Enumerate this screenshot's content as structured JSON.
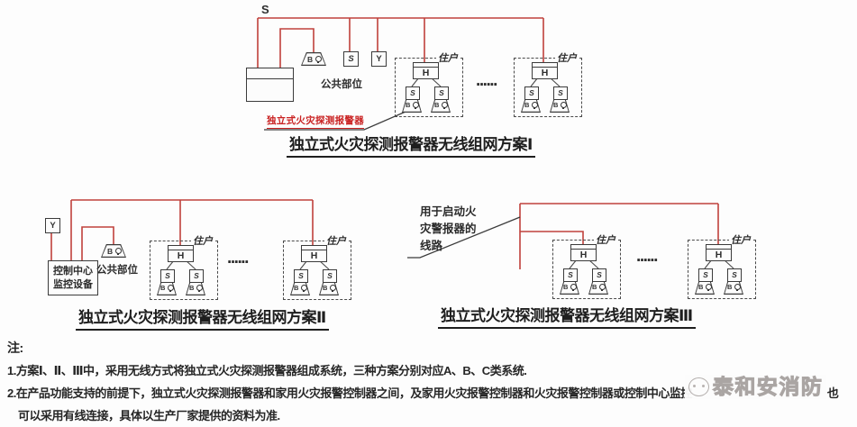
{
  "diagram1": {
    "s_label": "S",
    "public_area_label": "公共部位",
    "callout": "独立式火灾探测报警器",
    "dots": "······",
    "title": "独立式火灾探测报警器无线组网方案Ⅰ"
  },
  "diagram2": {
    "control_center_line1": "控制中心",
    "control_center_line2": "监控设备",
    "public_area_label": "公共部位",
    "dots": "······",
    "title": "独立式火灾探测报警器无线组网方案Ⅱ"
  },
  "diagram3": {
    "wire_note_line1": "用于启动火",
    "wire_note_line2": "灾警报器的",
    "wire_note_line3": "线路",
    "dots": "······",
    "title": "独立式火灾探测报警器无线组网方案Ⅲ"
  },
  "shared": {
    "household_label": "住户",
    "glyph_h": "H",
    "glyph_s": "S",
    "glyph_b": "B",
    "glyph_y": "Y"
  },
  "notes": {
    "heading": "注:",
    "line1": "1.方案Ⅰ、Ⅱ、Ⅲ中，采用无线方式将独立式火灾探测报警器组成系统，三种方案分别对应A、B、C类系统.",
    "line2_part1": "2.在产品功能支持的前提下，独立式火灾探测报警器和家用火灾报警控制器之间，及家用火灾报警控制器和火灾报警控制器或控制中心监控",
    "line2_covered": "设备之间",
    "line2_part2": "也",
    "line3": "可以采用有线连接，具体以生产厂家提供的资料为准."
  },
  "watermark": {
    "text": "泰和安消防"
  },
  "colors": {
    "wire_red": "#c0413c",
    "line_black": "#3b3b3b",
    "callout_red": "#c92020"
  }
}
